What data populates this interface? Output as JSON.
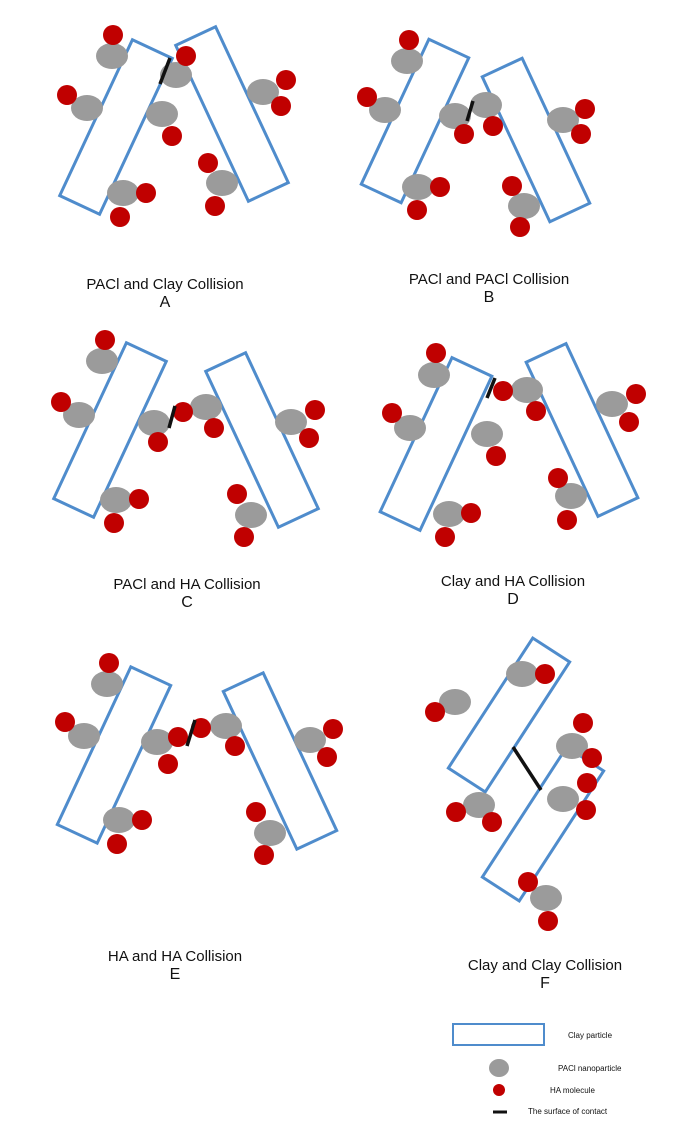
{
  "colors": {
    "clay": "#4f8ccc",
    "paci": "#9b9b9b",
    "ha": "#c00000",
    "contact": "#111111"
  },
  "panels": [
    {
      "title": "PACl and Clay Collision",
      "letter": "A"
    },
    {
      "title": "PACl and PACl Collision",
      "letter": "B"
    },
    {
      "title": "PACl and HA Collision",
      "letter": "C"
    },
    {
      "title": "Clay and HA Collision",
      "letter": "D"
    },
    {
      "title": "HA and HA Collision",
      "letter": "E"
    },
    {
      "title": "Clay and Clay Collision",
      "letter": "F"
    }
  ],
  "legend": {
    "clay_particle": "Clay particle",
    "paci_nanoparticle": "PACl nanoparticle",
    "ha_molecule": "HA molecule",
    "surface_of_contact": "The surface of contact"
  }
}
